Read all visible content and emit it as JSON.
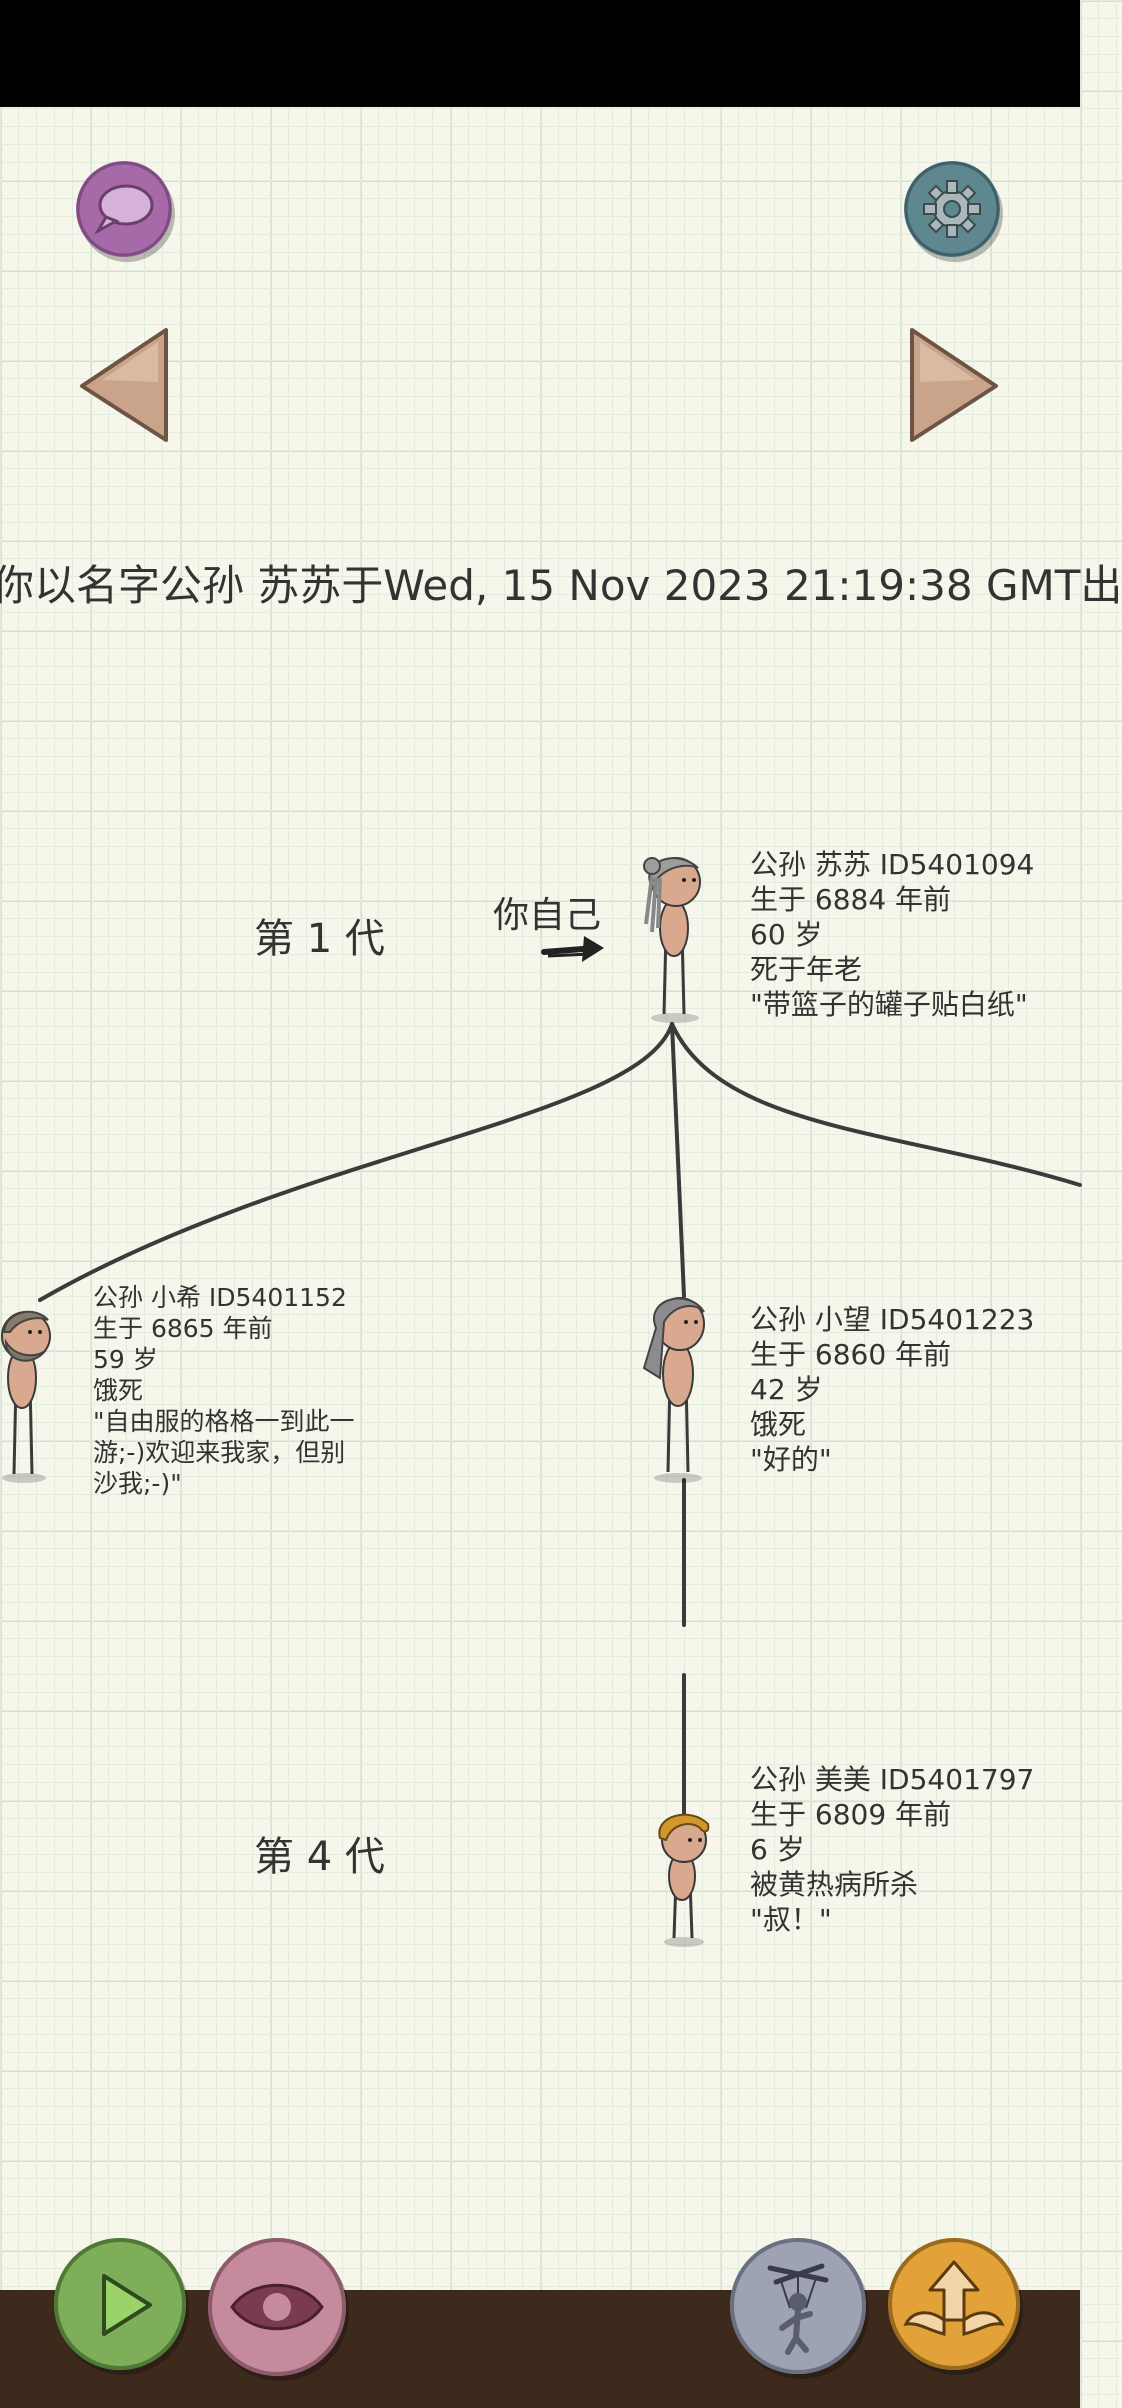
{
  "banner": "你以名字公孙 苏苏于Wed, 15 Nov 2023 21:19:38 GMT出",
  "generations": {
    "gen1": "第 1 代",
    "gen4": "第 4 代"
  },
  "self_label": "你自己",
  "people": [
    {
      "name": "公孙 苏苏 ID5401094",
      "born": "生于 6884 年前",
      "age": "60 岁",
      "death": "死于年老",
      "quote": "\"带篮子的罐子贴白纸\""
    },
    {
      "name": "公孙 小希 ID5401152",
      "born": "生于 6865 年前",
      "age": "59 岁",
      "death": "饿死",
      "quote": "\"自由服的格格一到此一游;-)欢迎来我家，但别沙我;-)\""
    },
    {
      "name": "公孙 小望 ID5401223",
      "born": "生于 6860 年前",
      "age": "42 岁",
      "death": "饿死",
      "quote": "\"好的\""
    },
    {
      "name": "公孙 美美 ID5401797",
      "born": "生于 6809 年前",
      "age": "6 岁",
      "death": "被黄热病所杀",
      "quote": "\"叔！\""
    }
  ],
  "icons": {
    "chat": "speech-bubble-icon",
    "settings": "gear-icon",
    "prev": "triangle-left-icon",
    "next": "triangle-right-icon",
    "play": "play-icon",
    "watch": "eye-icon",
    "puppet": "puppet-icon",
    "ascend": "winged-arrow-icon"
  },
  "colors": {
    "chat_button": "#a76aa8",
    "settings_button": "#5e8790",
    "arrow": "#c9a48a",
    "play_button": "#7fae5a",
    "eye_button": "#c58b9d",
    "puppet_button": "#9ea3b4",
    "ascend_button": "#e3a13a",
    "ground": "#3d2a1d"
  }
}
